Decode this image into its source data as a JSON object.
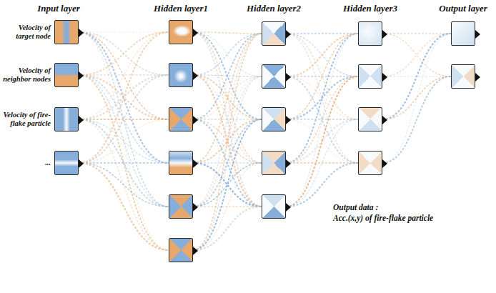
{
  "diagram": {
    "nodes": [
      {
        "text": [
          "Velocity of target node"
        ]
      },
      {
        "text": [
          "Velocity of neighbor nodes"
        ]
      },
      {
        "text": [
          "Velocity of fire-flake particle"
        ]
      },
      {
        "text": [
          "..."
        ]
      },
      {
        "text": []
      },
      {
        "text": []
      },
      {
        "text": []
      },
      {
        "text": []
      },
      {
        "text": []
      },
      {
        "text": []
      },
      {
        "text": []
      },
      {
        "text": []
      },
      {
        "text": []
      },
      {
        "text": []
      },
      {
        "text": []
      },
      {
        "text": []
      },
      {
        "text": []
      },
      {
        "text": []
      },
      {
        "text": []
      },
      {
        "text": []
      },
      {
        "text": []
      }
    ],
    "edges": [
      {
        "from": 0,
        "to": 4,
        "arrow": "none"
      },
      {
        "from": 0,
        "to": 5,
        "arrow": "none"
      },
      {
        "from": 0,
        "to": 6,
        "arrow": "none"
      },
      {
        "from": 0,
        "to": 7,
        "arrow": "none"
      },
      {
        "from": 0,
        "to": 8,
        "arrow": "none"
      },
      {
        "from": 0,
        "to": 9,
        "arrow": "none"
      },
      {
        "from": 1,
        "to": 4,
        "arrow": "none"
      },
      {
        "from": 1,
        "to": 5,
        "arrow": "none"
      },
      {
        "from": 1,
        "to": 6,
        "arrow": "none"
      },
      {
        "from": 1,
        "to": 7,
        "arrow": "none"
      },
      {
        "from": 1,
        "to": 8,
        "arrow": "none"
      },
      {
        "from": 1,
        "to": 9,
        "arrow": "none"
      },
      {
        "from": 2,
        "to": 4,
        "arrow": "none"
      },
      {
        "from": 2,
        "to": 5,
        "arrow": "none"
      },
      {
        "from": 2,
        "to": 6,
        "arrow": "none"
      },
      {
        "from": 2,
        "to": 7,
        "arrow": "none"
      },
      {
        "from": 2,
        "to": 8,
        "arrow": "none"
      },
      {
        "from": 2,
        "to": 9,
        "arrow": "none"
      },
      {
        "from": 3,
        "to": 4,
        "arrow": "none"
      },
      {
        "from": 3,
        "to": 5,
        "arrow": "none"
      },
      {
        "from": 3,
        "to": 6,
        "arrow": "none"
      },
      {
        "from": 3,
        "to": 7,
        "arrow": "none"
      },
      {
        "from": 3,
        "to": 8,
        "arrow": "none"
      },
      {
        "from": 3,
        "to": 9,
        "arrow": "none"
      },
      {
        "from": 4,
        "to": 10,
        "arrow": "none"
      },
      {
        "from": 4,
        "to": 11,
        "arrow": "none"
      },
      {
        "from": 4,
        "to": 12,
        "arrow": "none"
      },
      {
        "from": 4,
        "to": 13,
        "arrow": "none"
      },
      {
        "from": 4,
        "to": 14,
        "arrow": "none"
      },
      {
        "from": 5,
        "to": 10,
        "arrow": "none"
      },
      {
        "from": 5,
        "to": 11,
        "arrow": "none"
      },
      {
        "from": 5,
        "to": 12,
        "arrow": "none"
      },
      {
        "from": 5,
        "to": 13,
        "arrow": "none"
      },
      {
        "from": 5,
        "to": 14,
        "arrow": "none"
      },
      {
        "from": 6,
        "to": 10,
        "arrow": "none"
      },
      {
        "from": 6,
        "to": 11,
        "arrow": "none"
      },
      {
        "from": 6,
        "to": 12,
        "arrow": "none"
      },
      {
        "from": 6,
        "to": 13,
        "arrow": "none"
      },
      {
        "from": 6,
        "to": 14,
        "arrow": "none"
      },
      {
        "from": 7,
        "to": 10,
        "arrow": "none"
      },
      {
        "from": 7,
        "to": 11,
        "arrow": "none"
      },
      {
        "from": 7,
        "to": 12,
        "arrow": "none"
      },
      {
        "from": 7,
        "to": 13,
        "arrow": "none"
      },
      {
        "from": 7,
        "to": 14,
        "arrow": "none"
      },
      {
        "from": 8,
        "to": 10,
        "arrow": "none"
      },
      {
        "from": 8,
        "to": 11,
        "arrow": "none"
      },
      {
        "from": 8,
        "to": 12,
        "arrow": "none"
      },
      {
        "from": 8,
        "to": 13,
        "arrow": "none"
      },
      {
        "from": 8,
        "to": 14,
        "arrow": "none"
      },
      {
        "from": 9,
        "to": 10,
        "arrow": "none"
      },
      {
        "from": 9,
        "to": 11,
        "arrow": "none"
      },
      {
        "from": 9,
        "to": 12,
        "arrow": "none"
      },
      {
        "from": 9,
        "to": 13,
        "arrow": "none"
      },
      {
        "from": 9,
        "to": 14,
        "arrow": "none"
      },
      {
        "from": 10,
        "to": 15,
        "arrow": "none"
      },
      {
        "from": 10,
        "to": 16,
        "arrow": "none"
      },
      {
        "from": 10,
        "to": 17,
        "arrow": "none"
      },
      {
        "from": 10,
        "to": 18,
        "arrow": "none"
      },
      {
        "from": 11,
        "to": 15,
        "arrow": "none"
      },
      {
        "from": 11,
        "to": 16,
        "arrow": "none"
      },
      {
        "from": 11,
        "to": 17,
        "arrow": "none"
      },
      {
        "from": 11,
        "to": 18,
        "arrow": "none"
      },
      {
        "from": 12,
        "to": 15,
        "arrow": "none"
      },
      {
        "from": 12,
        "to": 16,
        "arrow": "none"
      },
      {
        "from": 12,
        "to": 17,
        "arrow": "none"
      },
      {
        "from": 12,
        "to": 18,
        "arrow": "none"
      },
      {
        "from": 13,
        "to": 15,
        "arrow": "none"
      },
      {
        "from": 13,
        "to": 16,
        "arrow": "none"
      },
      {
        "from": 13,
        "to": 17,
        "arrow": "none"
      },
      {
        "from": 13,
        "to": 18,
        "arrow": "none"
      },
      {
        "from": 14,
        "to": 15,
        "arrow": "none"
      },
      {
        "from": 14,
        "to": 16,
        "arrow": "none"
      },
      {
        "from": 14,
        "to": 17,
        "arrow": "none"
      },
      {
        "from": 14,
        "to": 18,
        "arrow": "none"
      },
      {
        "from": 15,
        "to": 19,
        "arrow": "none"
      },
      {
        "from": 15,
        "to": 20,
        "arrow": "none"
      },
      {
        "from": 16,
        "to": 19,
        "arrow": "none"
      },
      {
        "from": 16,
        "to": 20,
        "arrow": "none"
      },
      {
        "from": 17,
        "to": 19,
        "arrow": "none"
      },
      {
        "from": 17,
        "to": 20,
        "arrow": "none"
      },
      {
        "from": 18,
        "to": 19,
        "arrow": "none"
      },
      {
        "from": 18,
        "to": 20,
        "arrow": "none"
      }
    ],
    "labels": [
      "Input layer",
      "Hidden layer1",
      "Hidden layer2",
      "Hidden layer3",
      "Output layer",
      "Output data :",
      "Acc.(x,y) of fire-flake particle"
    ]
  }
}
